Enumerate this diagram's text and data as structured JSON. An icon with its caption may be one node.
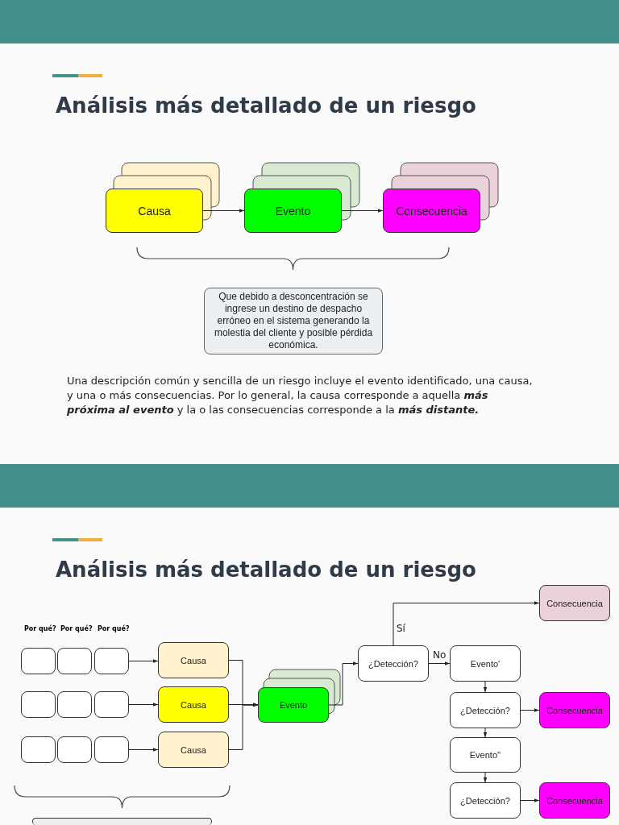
{
  "diagram": {
    "nodes": [
      {
        "text": [
          "Causa"
        ]
      },
      {
        "text": [
          "Evento"
        ]
      },
      {
        "text": [
          "Consecuencia"
        ]
      },
      {
        "text": [
          "Que debido a desconcentración se ingrese un destino de despacho erróneo en el sistema generando la molestia del cliente y posible pérdida económica."
        ]
      },
      {
        "text": [],
        "shape": "box"
      },
      {
        "text": [],
        "shape": "box"
      },
      {
        "text": [],
        "shape": "box"
      },
      {
        "text": [
          "Causa"
        ]
      },
      {
        "text": [],
        "shape": "box"
      },
      {
        "text": [],
        "shape": "box"
      },
      {
        "text": [],
        "shape": "box"
      },
      {
        "text": [
          "Causa"
        ]
      },
      {
        "text": [],
        "shape": "box"
      },
      {
        "text": [],
        "shape": "box"
      },
      {
        "text": [],
        "shape": "box"
      },
      {
        "text": [
          "Causa"
        ]
      },
      {
        "text": [
          "Evento"
        ]
      },
      {
        "text": [
          "Consecuencia"
        ]
      },
      {
        "text": [
          "¿Detección?"
        ]
      },
      {
        "text": [
          "Evento'"
        ]
      },
      {
        "text": [
          "¿Detección?"
        ]
      },
      {
        "text": [
          "Consecuencia"
        ]
      },
      {
        "text": [
          "Evento''"
        ]
      },
      {
        "text": [
          "¿Detección?"
        ]
      },
      {
        "text": [
          "Consecuencia"
        ]
      },
      {
        "text": [],
        "shape": "box"
      }
    ],
    "edges": [
      {
        "from": 0,
        "to": 1,
        "arrow": "to"
      },
      {
        "from": 1,
        "to": 2,
        "arrow": "to"
      },
      {
        "from": 6,
        "to": 7,
        "arrow": "to"
      },
      {
        "from": 10,
        "to": 11,
        "arrow": "to"
      },
      {
        "from": 14,
        "to": 15,
        "arrow": "to"
      },
      {
        "from": 7,
        "to": 16,
        "arrow": "to"
      },
      {
        "from": 11,
        "to": 16,
        "arrow": "to"
      },
      {
        "from": 15,
        "to": 16,
        "arrow": "to"
      },
      {
        "from": 16,
        "to": 18,
        "arrow": "to"
      },
      {
        "from": 18,
        "to": 17,
        "arrow": "to",
        "label": "Sí"
      },
      {
        "from": 18,
        "to": 19,
        "arrow": "to",
        "label": "No"
      },
      {
        "from": 19,
        "to": 20,
        "arrow": "to"
      },
      {
        "from": 20,
        "to": 21,
        "arrow": "to"
      },
      {
        "from": 20,
        "to": 22,
        "arrow": "to"
      },
      {
        "from": 22,
        "to": 23,
        "arrow": "to"
      },
      {
        "from": 23,
        "to": 24,
        "arrow": "to"
      }
    ],
    "labels": [
      "Análisis más detallado de un riesgo",
      "Una descripción común y sencilla de un riesgo incluye el evento identificado, una causa, y una o más consecuencias. Por lo general, la causa corresponde a aquella **más próxima al evento** y la o las consecuencias corresponde a la **más distante.**",
      "Análisis más detallado de un riesgo",
      "Por qué?",
      "Por qué?",
      "Por qué?"
    ]
  }
}
